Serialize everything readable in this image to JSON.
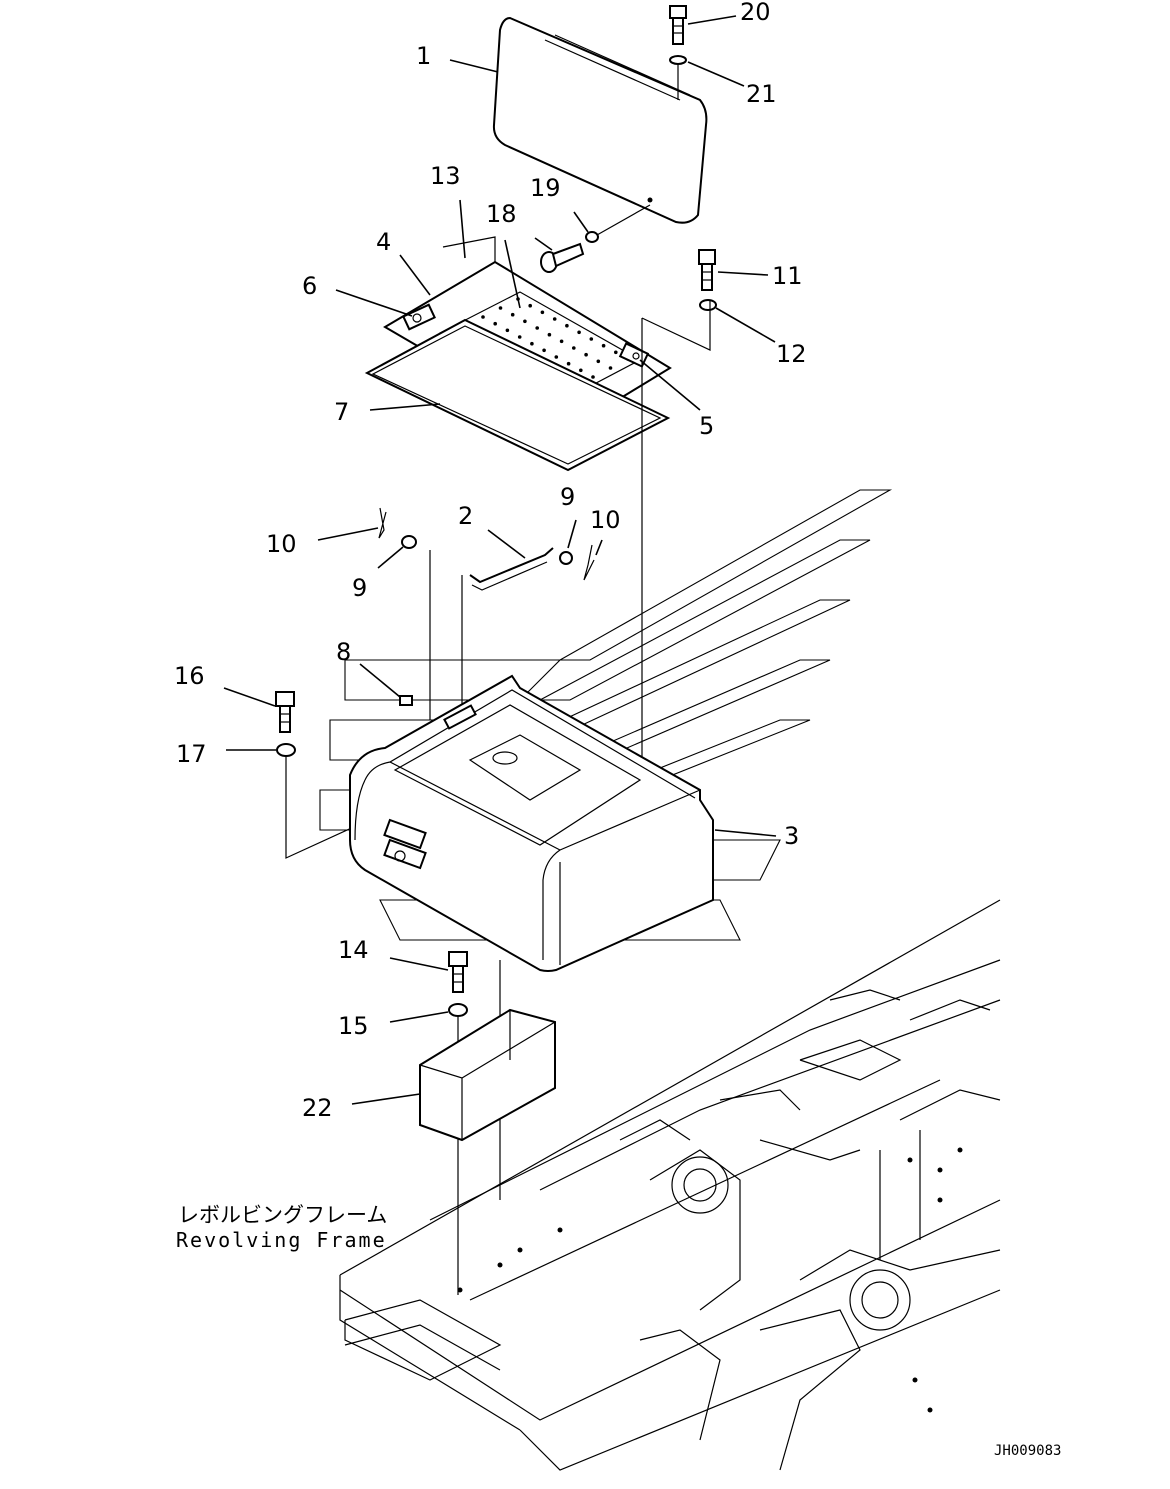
{
  "labels": {
    "p1": "1",
    "p2": "2",
    "p3": "3",
    "p4": "4",
    "p5": "5",
    "p6": "6",
    "p7": "7",
    "p8": "8",
    "p9a": "9",
    "p9b": "9",
    "p10a": "10",
    "p10b": "10",
    "p11": "11",
    "p12": "12",
    "p13": "13",
    "p14": "14",
    "p15": "15",
    "p16": "16",
    "p17": "17",
    "p18": "18",
    "p19": "19",
    "p20": "20",
    "p21": "21",
    "p22": "22"
  },
  "frame_caption": {
    "japanese": "レボルビングフレーム",
    "english": "Revolving Frame"
  },
  "drawing_code": "JH009083"
}
